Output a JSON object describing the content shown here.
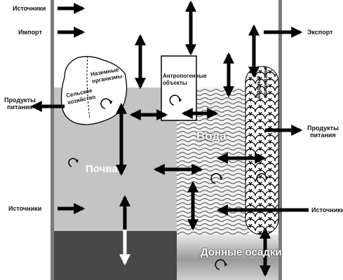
{
  "labels": {
    "sources_top": "Источники",
    "import": "Импорт",
    "export": "Экспорт",
    "nutrients_left_1": "Продукты",
    "nutrients_left_2": "питания",
    "nutrients_right_1": "Продукты",
    "nutrients_right_2": "питания",
    "sources_left": "Источники",
    "sources_right": "Источники",
    "agriculture_1": "Сельское",
    "agriculture_2": "хозяйство",
    "land_org_1": "Наземные",
    "land_org_2": "организмы",
    "anthro_1": "Антропогенные",
    "anthro_2": "объекты",
    "water_org_1": "Водные",
    "water_org_2": "организмы",
    "water": "Вода",
    "soil": "Почва",
    "sediments": "Донные осадки"
  },
  "colors": {
    "outline": "#7a7a7a",
    "soil_gray": "#c4c4c4",
    "dark_gray": "#474747",
    "arrow": "#000000"
  }
}
